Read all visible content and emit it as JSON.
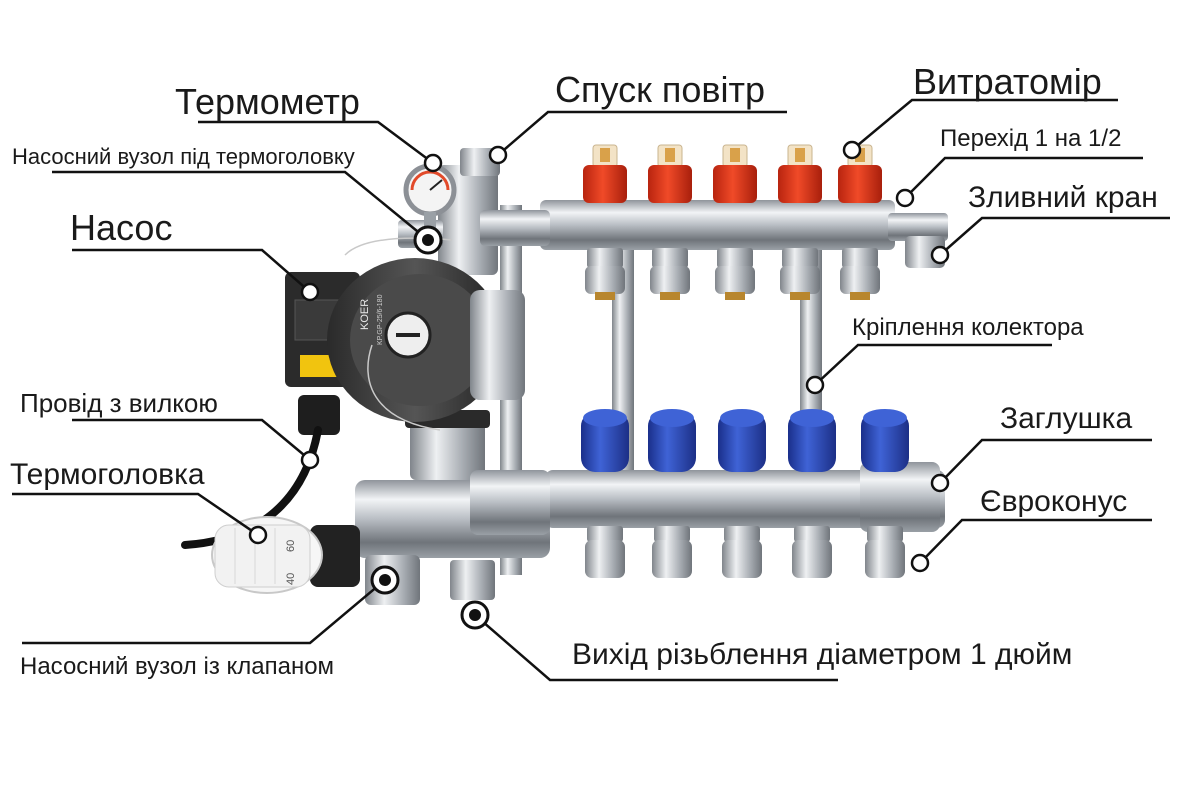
{
  "labels": {
    "thermometer": "Термометр",
    "air_vent": "Спуск повітр",
    "flowmeter": "Витратомір",
    "adapter": "Перехід 1 на 1/2",
    "pump_unit_thermohead": "Насосний вузол під термоголовку",
    "drain_valve": "Зливний кран",
    "pump": "Насос",
    "manifold_bracket": "Кріплення колектора",
    "power_cord": "Провід з вилкою",
    "plug": "Заглушка",
    "thermohead": "Термоголовка",
    "euroconus": "Євроконус",
    "pump_unit_valve": "Насосний вузол із клапаном",
    "outlet_thread": "Вихід різьблення діаметром 1 дюйм"
  },
  "pump_marks": {
    "brand": "KOER",
    "model": "KP.GP-25/6-180"
  },
  "thermohead_scale": [
    "60",
    "40"
  ],
  "colors": {
    "background": "#ffffff",
    "label_text": "#1a1a1a",
    "leader_line": "#111111",
    "flowmeter_red": "#e03a1e",
    "cap_blue": "#2947b8",
    "pump_body": "#3a3a3a",
    "chrome": "#c9ccd1"
  }
}
